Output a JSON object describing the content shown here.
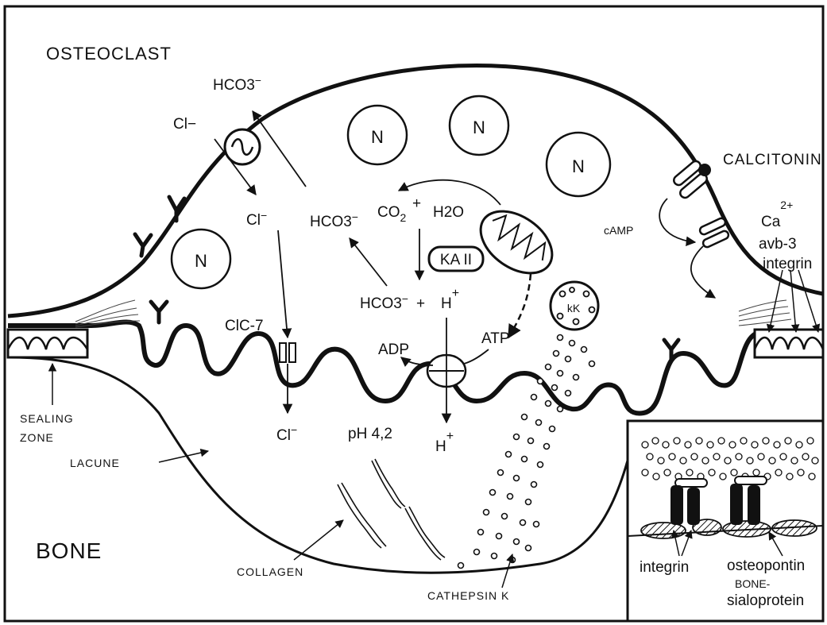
{
  "diagram": {
    "cell_label": "OSTEOCLAST",
    "bone_label": "BONE",
    "nucleus_label": "N",
    "ions": {
      "hco3_top": "HCO3",
      "hco3_top_sup": "−",
      "cl_top": "Cl−",
      "cl_mid": "Cl",
      "cl_mid_sup": "−",
      "hco3_mid": "HCO3",
      "hco3_mid_sup": "−",
      "co2": "CO",
      "co2_sub": "2",
      "plus": "+",
      "h2o": "H2O",
      "ka": "KA II",
      "hco3_low": "HCO3",
      "hco3_low_sup": "−",
      "plus2": "+",
      "h_plus": "H",
      "h_plus_sup": "+",
      "adp": "ADP",
      "atp": "ATP",
      "clc7": "ClC-7",
      "cl_bottom": "Cl",
      "cl_bottom_sup": "−",
      "ph": "pH 4,2",
      "h_bottom": "H",
      "h_bottom_sup": "+",
      "kk": "kK"
    },
    "labels": {
      "calcitonin": "CALCITONIN",
      "camp": "cAMP",
      "ca": "Ca",
      "ca_sup": "2+",
      "integrin_line1": "avb-3",
      "integrin_line2": "integrin",
      "sealing_line1": "SEALING",
      "sealing_line2": "ZONE",
      "lacune": "LACUNE",
      "collagen": "COLLAGEN",
      "cathepsin": "CATHEPSIN K"
    },
    "inset": {
      "integrin": "integrin",
      "osteopontin": "osteopontin",
      "bone_prefix": "BONE-",
      "sialoprotein": "sialoprotein"
    }
  }
}
